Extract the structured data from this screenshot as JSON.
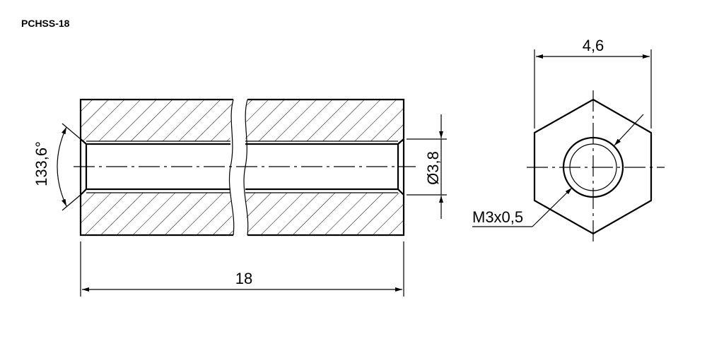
{
  "drawing": {
    "part_number": "PCHSS-18",
    "length": "18",
    "bore_diameter": "Ø3,8",
    "chamfer_angle": "133,6°",
    "hex_width": "4,6",
    "thread": "M3x0,5"
  }
}
